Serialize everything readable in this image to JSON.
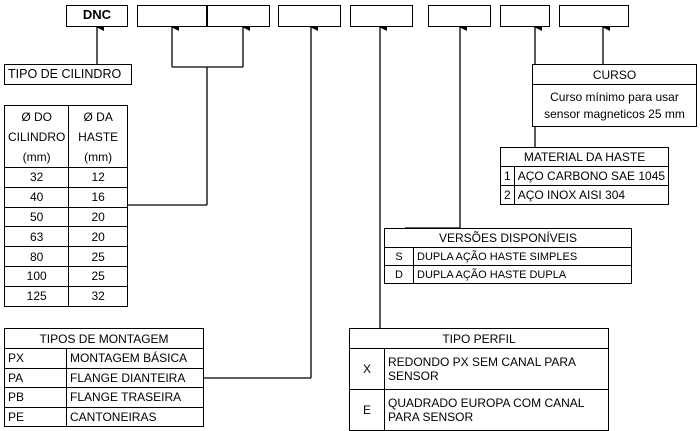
{
  "code": {
    "first": "DNC"
  },
  "tipo_cilindro": {
    "title": "TIPO DE CILINDRO",
    "header_diam_cil": [
      "Ø DO",
      "CILINDRO",
      "(mm)"
    ],
    "header_diam_haste": [
      "Ø DA",
      "HASTE",
      "(mm)"
    ],
    "rows": [
      [
        "32",
        "12"
      ],
      [
        "40",
        "16"
      ],
      [
        "50",
        "20"
      ],
      [
        "63",
        "20"
      ],
      [
        "80",
        "25"
      ],
      [
        "100",
        "25"
      ],
      [
        "125",
        "32"
      ]
    ]
  },
  "tipos_montagem": {
    "title": "TIPOS DE MONTAGEM",
    "rows": [
      [
        "PX",
        "MONTAGEM BÁSICA"
      ],
      [
        "PA",
        "FLANGE DIANTEIRA"
      ],
      [
        "PB",
        "FLANGE TRASEIRA"
      ],
      [
        "PE",
        "CANTONEIRAS"
      ]
    ]
  },
  "tipo_perfil": {
    "title": "TIPO PERFIL",
    "rows": [
      [
        "X",
        "REDONDO PX SEM CANAL PARA",
        "SENSOR"
      ],
      [
        "E",
        "QUADRADO EUROPA COM CANAL",
        "PARA SENSOR"
      ]
    ]
  },
  "versoes": {
    "title": "VERSÕES DISPONÍVEIS",
    "rows": [
      [
        "S",
        "DUPLA AÇÃO  HASTE SIMPLES"
      ],
      [
        "D",
        "DUPLA AÇÃO  HASTE DUPLA"
      ]
    ]
  },
  "material": {
    "title": "MATERIAL DA HASTE",
    "rows": [
      [
        "1",
        "AÇO CARBONO SAE 1045"
      ],
      [
        "2",
        "AÇO INOX AISI 304"
      ]
    ]
  },
  "curso": {
    "title": "CURSO",
    "line1": "Curso mínimo para usar",
    "line2": "sensor magneticos 25 mm"
  }
}
